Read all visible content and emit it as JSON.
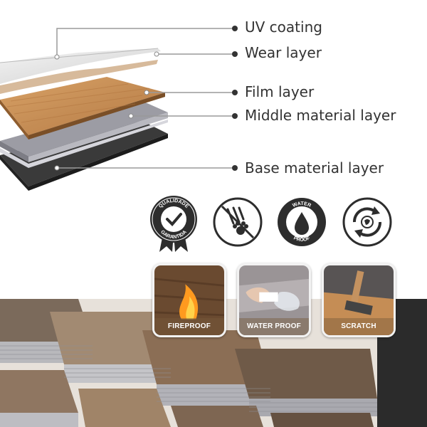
{
  "layers": [
    {
      "label": "UV coating"
    },
    {
      "label": "Wear layer"
    },
    {
      "label": "Film layer"
    },
    {
      "label": "Middle material layer"
    },
    {
      "label": "Base material layer"
    }
  ],
  "badges": {
    "qualidade": {
      "top_text": "QUALIDADE",
      "bottom_text": "GARANTIDA"
    },
    "waterproof": {
      "top_text": "WATER",
      "bottom_text": "PROOF"
    },
    "icons": [
      "quality-seal-icon",
      "scratch-resistant-icon",
      "waterproof-drop-icon",
      "eco-recycle-icon"
    ]
  },
  "demos": [
    {
      "label": "FIREPROOF"
    },
    {
      "label": "WATER PROOF"
    },
    {
      "label": "SCRATCH"
    }
  ],
  "colors": {
    "wood": "#c58d55",
    "base_layer": "#3a3a3a",
    "badge_dark": "#2d2d2d"
  }
}
